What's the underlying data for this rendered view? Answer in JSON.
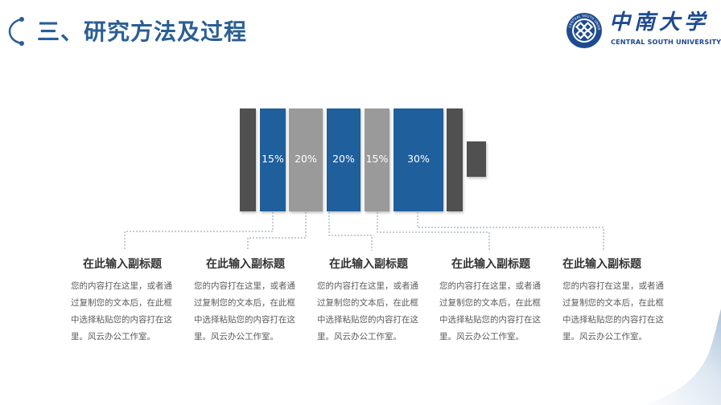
{
  "header": {
    "title": "三、研究方法及过程",
    "title_color": "#2b5e94"
  },
  "logo": {
    "name_cn": "中南大学",
    "name_en": "CENTRAL SOUTH UNIVERSITY",
    "emblem_icon": "university-emblem-icon",
    "color": "#1e4b8f"
  },
  "colors": {
    "blue": "#1f5f9c",
    "gray": "#9a9a9a",
    "dark": "#505050",
    "connector": "#8a9aa8"
  },
  "chart_data": {
    "type": "bar",
    "orientation": "horizontal-stacked (battery)",
    "title": "",
    "categories": [
      "在此输入副标题",
      "在此输入副标题",
      "在此输入副标题",
      "在此输入副标题",
      "在此输入副标题"
    ],
    "values": [
      15,
      20,
      20,
      15,
      30
    ],
    "labels": [
      "15%",
      "20%",
      "20%",
      "15%",
      "30%"
    ],
    "segment_colors": [
      "#1f5f9c",
      "#9a9a9a",
      "#1f5f9c",
      "#9a9a9a",
      "#1f5f9c"
    ],
    "unit": "%",
    "total": 100
  },
  "segments": [
    {
      "label": "15%"
    },
    {
      "label": "20%"
    },
    {
      "label": "20%"
    },
    {
      "label": "15%"
    },
    {
      "label": "30%"
    }
  ],
  "cards": [
    {
      "title": "在此输入副标题",
      "body": "您的内容打在这里，或者通过复制您的文本后，在此框中选择粘贴您的内容打在这里。风云办公工作室。"
    },
    {
      "title": "在此输入副标题",
      "body": "您的内容打在这里，或者通过复制您的文本后，在此框中选择粘贴您的内容打在这里。风云办公工作室。"
    },
    {
      "title": "在此输入副标题",
      "body": "您的内容打在这里，或者通过复制您的文本后，在此框中选择粘贴您的内容打在这里。风云办公工作室。"
    },
    {
      "title": "在此输入副标题",
      "body": "您的内容打在这里，或者通过复制您的文本后，在此框中选择粘贴您的内容打在这里。风云办公工作室。"
    },
    {
      "title": "在此输入副标题",
      "body": "您的内容打在这里，或者通过复制您的文本后，在此框中选择粘贴您的内容打在这里。风云办公工作室。"
    }
  ]
}
